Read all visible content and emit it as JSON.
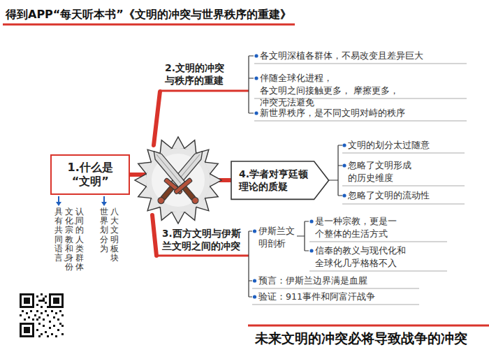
{
  "diagram": {
    "title": "得到APP“每天听本书”《文明的冲突与世界秩序的重建》",
    "caption": "未来文明的冲突必将导致战争的冲突",
    "nodes": [
      {
        "text": [
          "1.什么是 “文明”"
        ]
      },
      {
        "text": [
          "4.学者对亨廷顿 理论的质疑"
        ]
      }
    ],
    "labels": [
      "2.文明的冲突 与秩序的重建",
      "各文明深植各群体，不易改变且差异巨大",
      "伴随全球化进程，各文明之间接触更多， 摩擦更多，冲突无法避免",
      "新世界秩序，是不同文明对峙的秩序",
      "文明的划分太过随意",
      "忽略了文明形成 的历史维度",
      "忽略了文明的流动性",
      "3.西方文明与伊斯 兰文明之间的冲突",
      "伊斯兰文 明剖析",
      "是一种宗教，更是一 个整体的生活方式",
      "信奉的教义与现代化和 全球化几乎格格不入",
      "预言：伊斯兰边界满是血腥",
      "验证：911事件和阿富汗战争",
      "具有共同语言、",
      "文化、宗教和身份",
      "认同的人类群体",
      "世界划分为",
      "八大文明板块"
    ]
  }
}
